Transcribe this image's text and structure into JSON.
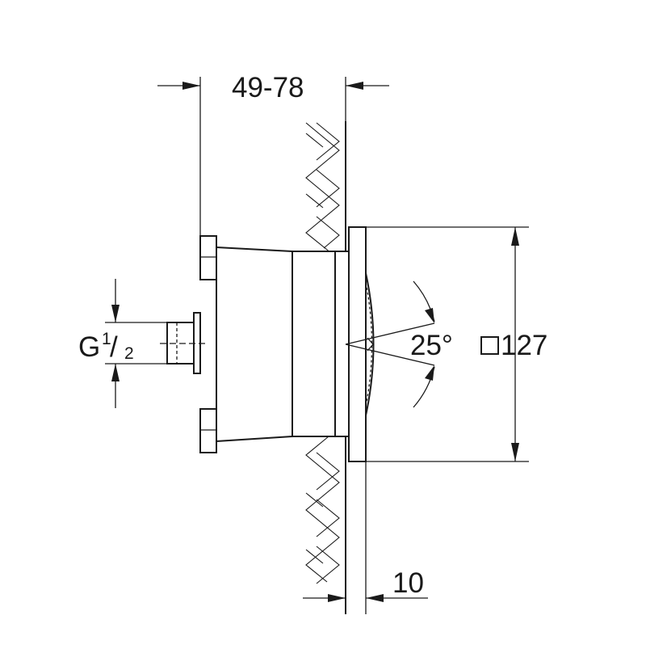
{
  "dimensions": {
    "mounting_depth": "49-78",
    "plate_thickness": "10",
    "plate_size": "127",
    "spray_angle": "25°",
    "thread_letter": "G",
    "thread_numerator": "1",
    "thread_slash": "/",
    "thread_denominator": "2"
  },
  "symbols": {
    "square_icon": "square-outline-icon"
  }
}
